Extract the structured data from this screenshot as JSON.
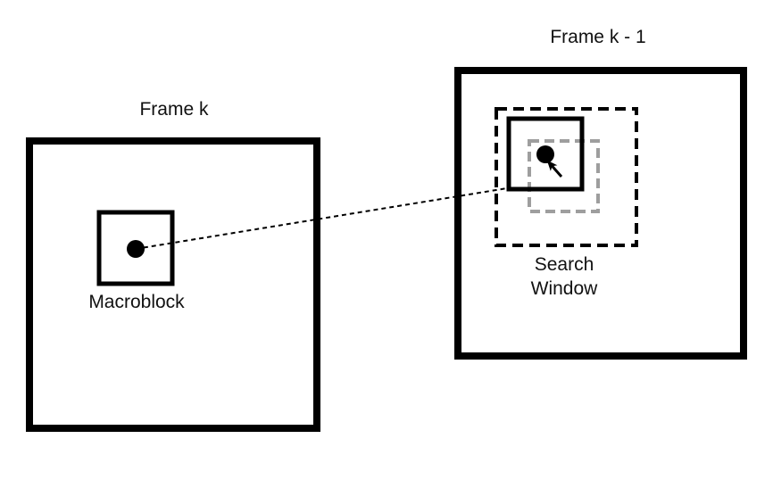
{
  "diagram": {
    "frames": {
      "current": {
        "title": "Frame k"
      },
      "previous": {
        "title": "Frame k - 1"
      }
    },
    "labels": {
      "macroblock": "Macroblock",
      "search_window_line1": "Search",
      "search_window_line2": "Window"
    },
    "colors": {
      "stroke": "#000000",
      "candidate_block": "#9e9e9e",
      "background": "#ffffff"
    }
  }
}
